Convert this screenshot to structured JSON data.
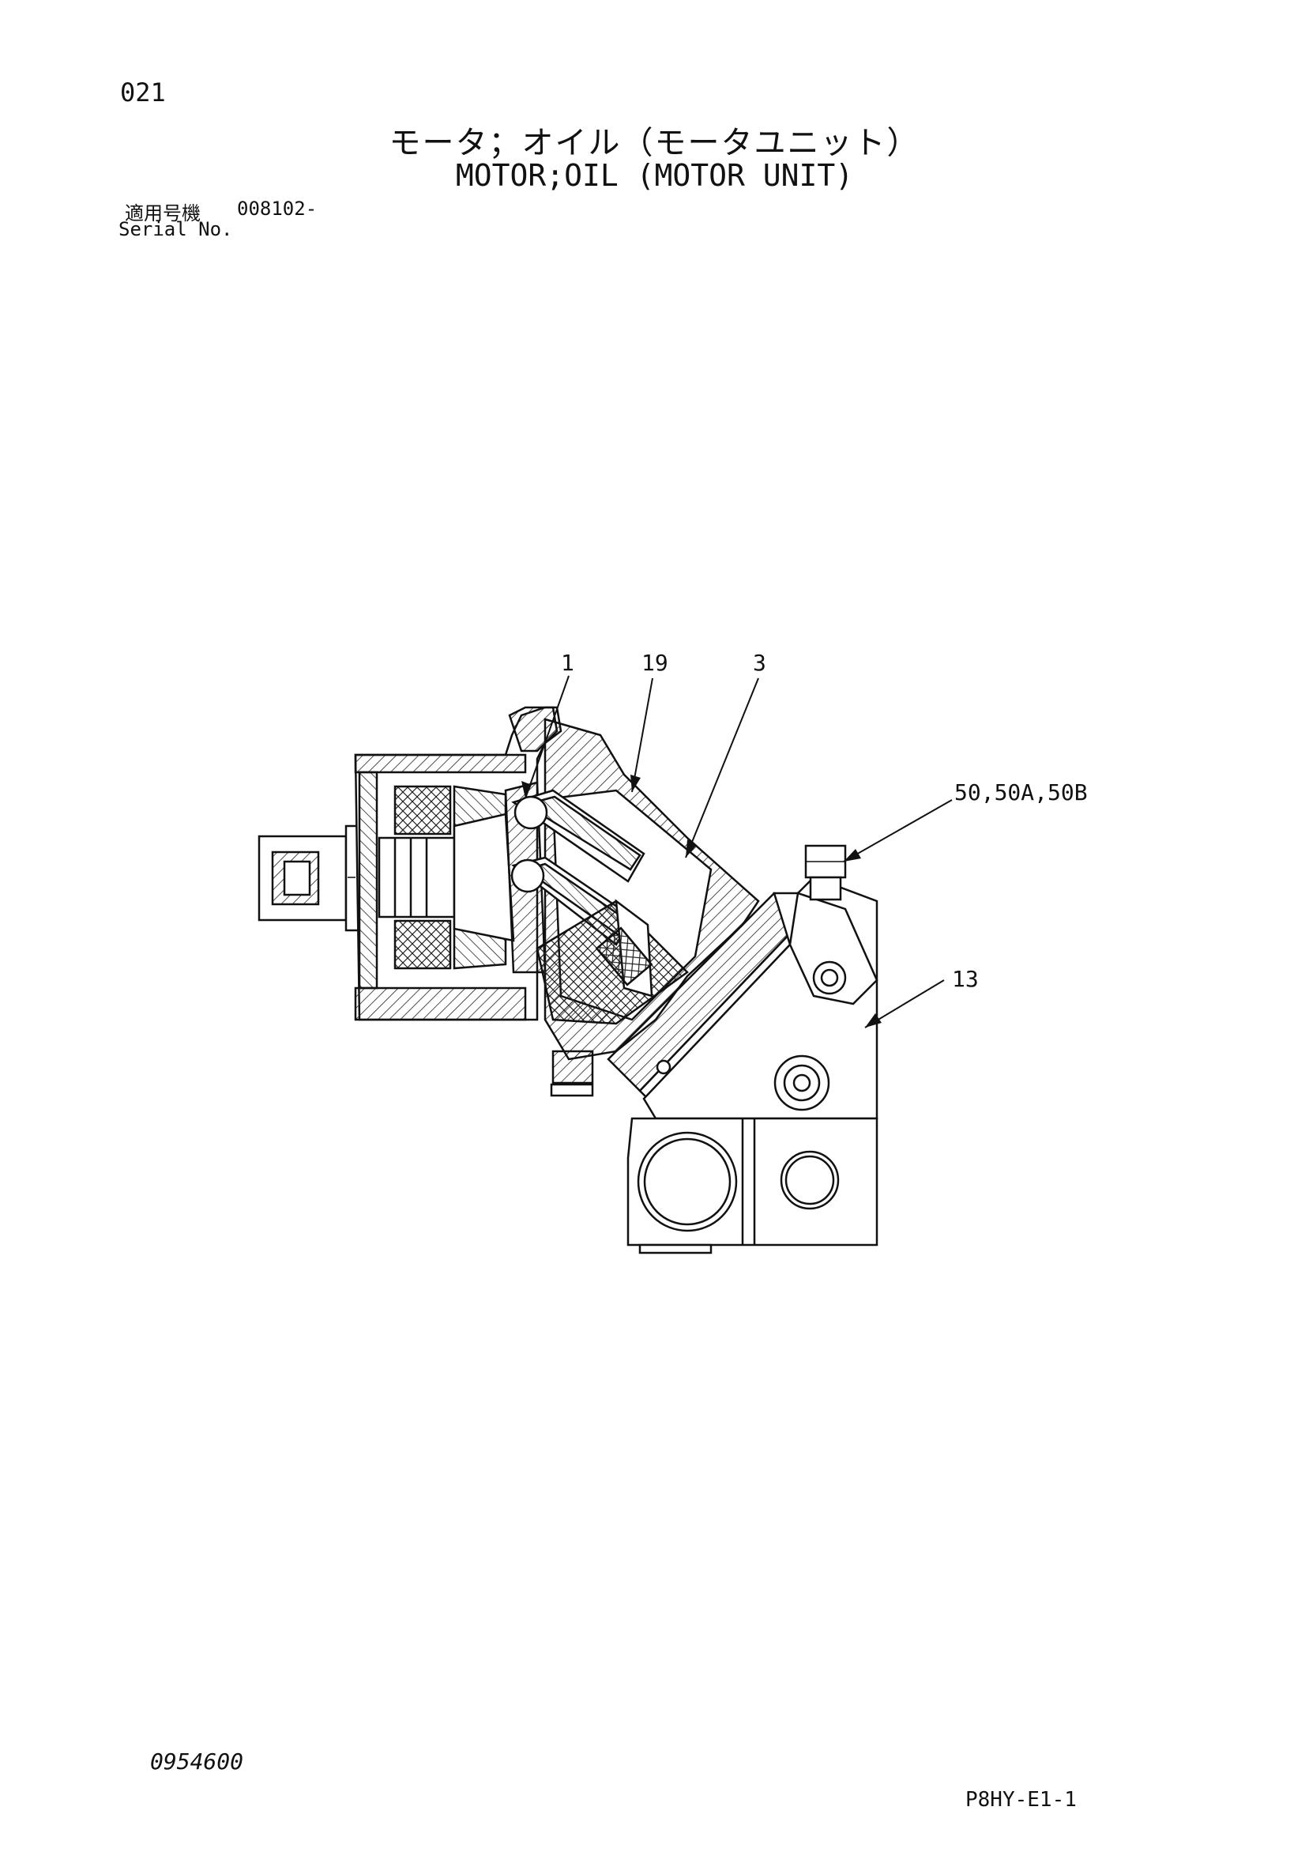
{
  "header": {
    "page_number": "021",
    "title_jp": "モータ；オイル（モータユニット）",
    "title_en": "MOTOR;OIL (MOTOR UNIT)",
    "serial_label_jp": "適用号機",
    "serial_value": "008102-",
    "serial_label_en": "Serial No."
  },
  "diagram": {
    "callouts": [
      "1",
      "19",
      "3",
      "50,50A,50B",
      "13"
    ]
  },
  "footer": {
    "document_number": "0954600",
    "reference_code": "P8HY-E1-1"
  }
}
